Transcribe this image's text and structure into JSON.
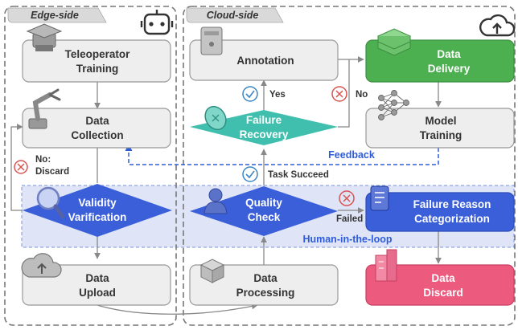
{
  "panels": {
    "edge": "Edge-side",
    "cloud": "Cloud-side"
  },
  "nodes": {
    "teleop": [
      "Teleoperator",
      "Training"
    ],
    "collection": [
      "Data",
      "Collection"
    ],
    "validity": [
      "Validity",
      "Varification"
    ],
    "upload": [
      "Data",
      "Upload"
    ],
    "annotation": "Annotation",
    "delivery": [
      "Data",
      "Delivery"
    ],
    "failure_recovery": [
      "Failure",
      "Recovery"
    ],
    "model_training": [
      "Model",
      "Training"
    ],
    "quality": [
      "Quality",
      "Check"
    ],
    "failure_reason": [
      "Failure Reason",
      "Categorization"
    ],
    "processing": [
      "Data",
      "Processing"
    ],
    "discard": [
      "Data",
      "Discard"
    ]
  },
  "labels": {
    "no_discard": [
      "No:",
      "Discard"
    ],
    "yes": "Yes",
    "no": "No",
    "feedback": "Feedback",
    "task_succeed": "Task Succeed",
    "failed": "Failed",
    "human_in_loop": "Human-in-the-loop"
  },
  "colors": {
    "box_fill": "#eeeeee",
    "box_stroke": "#999999",
    "blue": "#3a5fd9",
    "teal": "#40bfae",
    "green": "#4caf50",
    "pink": "#ec5a7e",
    "feedback": "#2e5bdc",
    "loop_fill": "#dfe5f7",
    "red_icon": "#d9534f",
    "check_icon": "#3b86c6"
  },
  "icons": [
    "robot-icon",
    "cloud-upload-icon",
    "graduation-cap-icon",
    "robot-arm-icon",
    "magnifier-icon",
    "cloud-icon",
    "server-icon",
    "stacked-layers-icon",
    "neural-network-icon",
    "crystal-ball-icon",
    "user-icon",
    "document-icon",
    "building-icon",
    "cubes-icon",
    "check-icon",
    "cross-icon"
  ]
}
